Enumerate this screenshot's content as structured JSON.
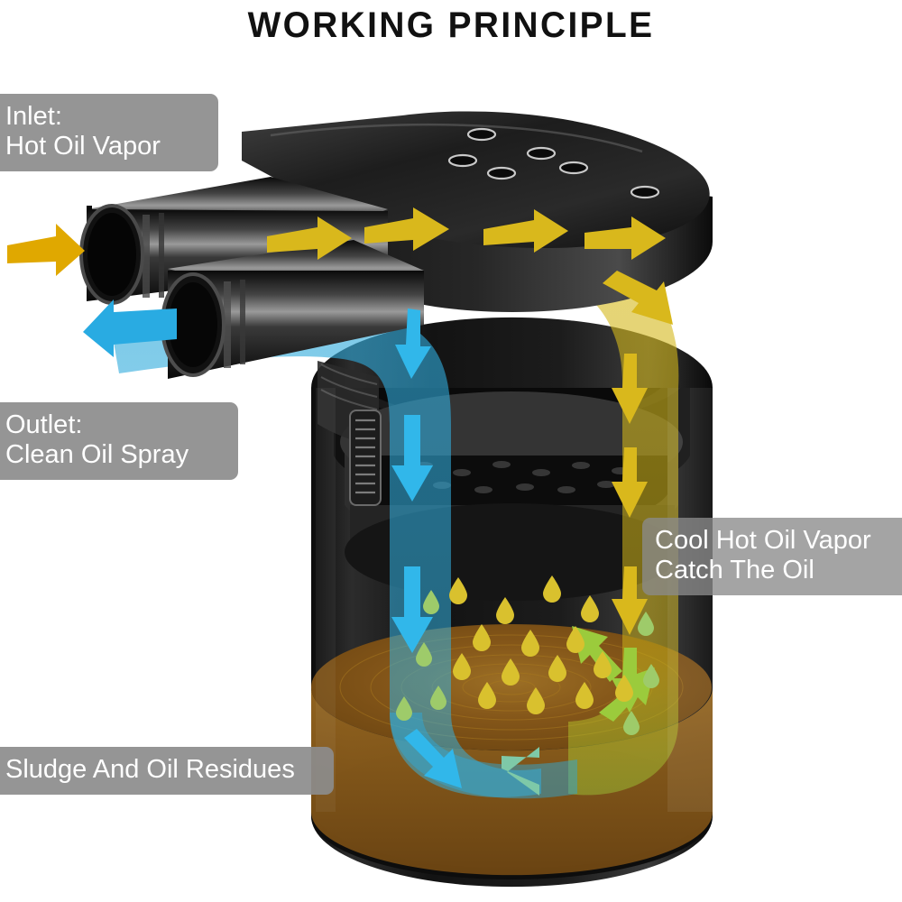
{
  "page": {
    "title": "WORKING PRINCIPLE",
    "background_color": "#ffffff"
  },
  "callouts": [
    {
      "id": "inlet",
      "text": "Inlet:\nHot Oil Vapor",
      "box_color": "#8c8c8c",
      "text_color": "#ffffff"
    },
    {
      "id": "outlet",
      "text": "Outlet:\nClean Oil Spray",
      "box_color": "#8c8c8c",
      "text_color": "#ffffff"
    },
    {
      "id": "cool",
      "text": "Cool Hot Oil Vapor\nCatch The Oil",
      "box_color": "#8a8a8a",
      "text_color": "#ffffff"
    },
    {
      "id": "sludge",
      "text": "Sludge And Oil Residues",
      "box_color": "#8c8c8c",
      "text_color": "#ffffff"
    }
  ],
  "device": {
    "name": "oil catch can",
    "body_color": "#141414",
    "lid_color": "#1b1b1b",
    "lid_hole_count": 6,
    "tube_count": 2,
    "oil_pool_color": "#8b5e1e",
    "mesh_band_color": "#202020"
  },
  "flow": {
    "hot_vapor_color": "#d4b018",
    "hot_vapor_arrow_color": "#e8c21c",
    "inlet_arrow_color": "#e0a800",
    "clean_air_color": "#2ea8d8",
    "clean_air_arrow_color": "#31b7ea",
    "outlet_arrow_color": "#29abe2",
    "droplet_color": "#d9c12e",
    "mixed_arrow_color": "#8cc63f",
    "droplet_count": 22,
    "hot_arrow_count": 8,
    "cool_arrow_count": 7
  },
  "icons": {
    "inlet_arrow": "arrow-right-icon",
    "outlet_arrow": "arrow-left-icon",
    "up_arrow": "arrow-up-icon",
    "down_arrow": "arrow-down-icon",
    "droplet": "droplet-icon"
  }
}
